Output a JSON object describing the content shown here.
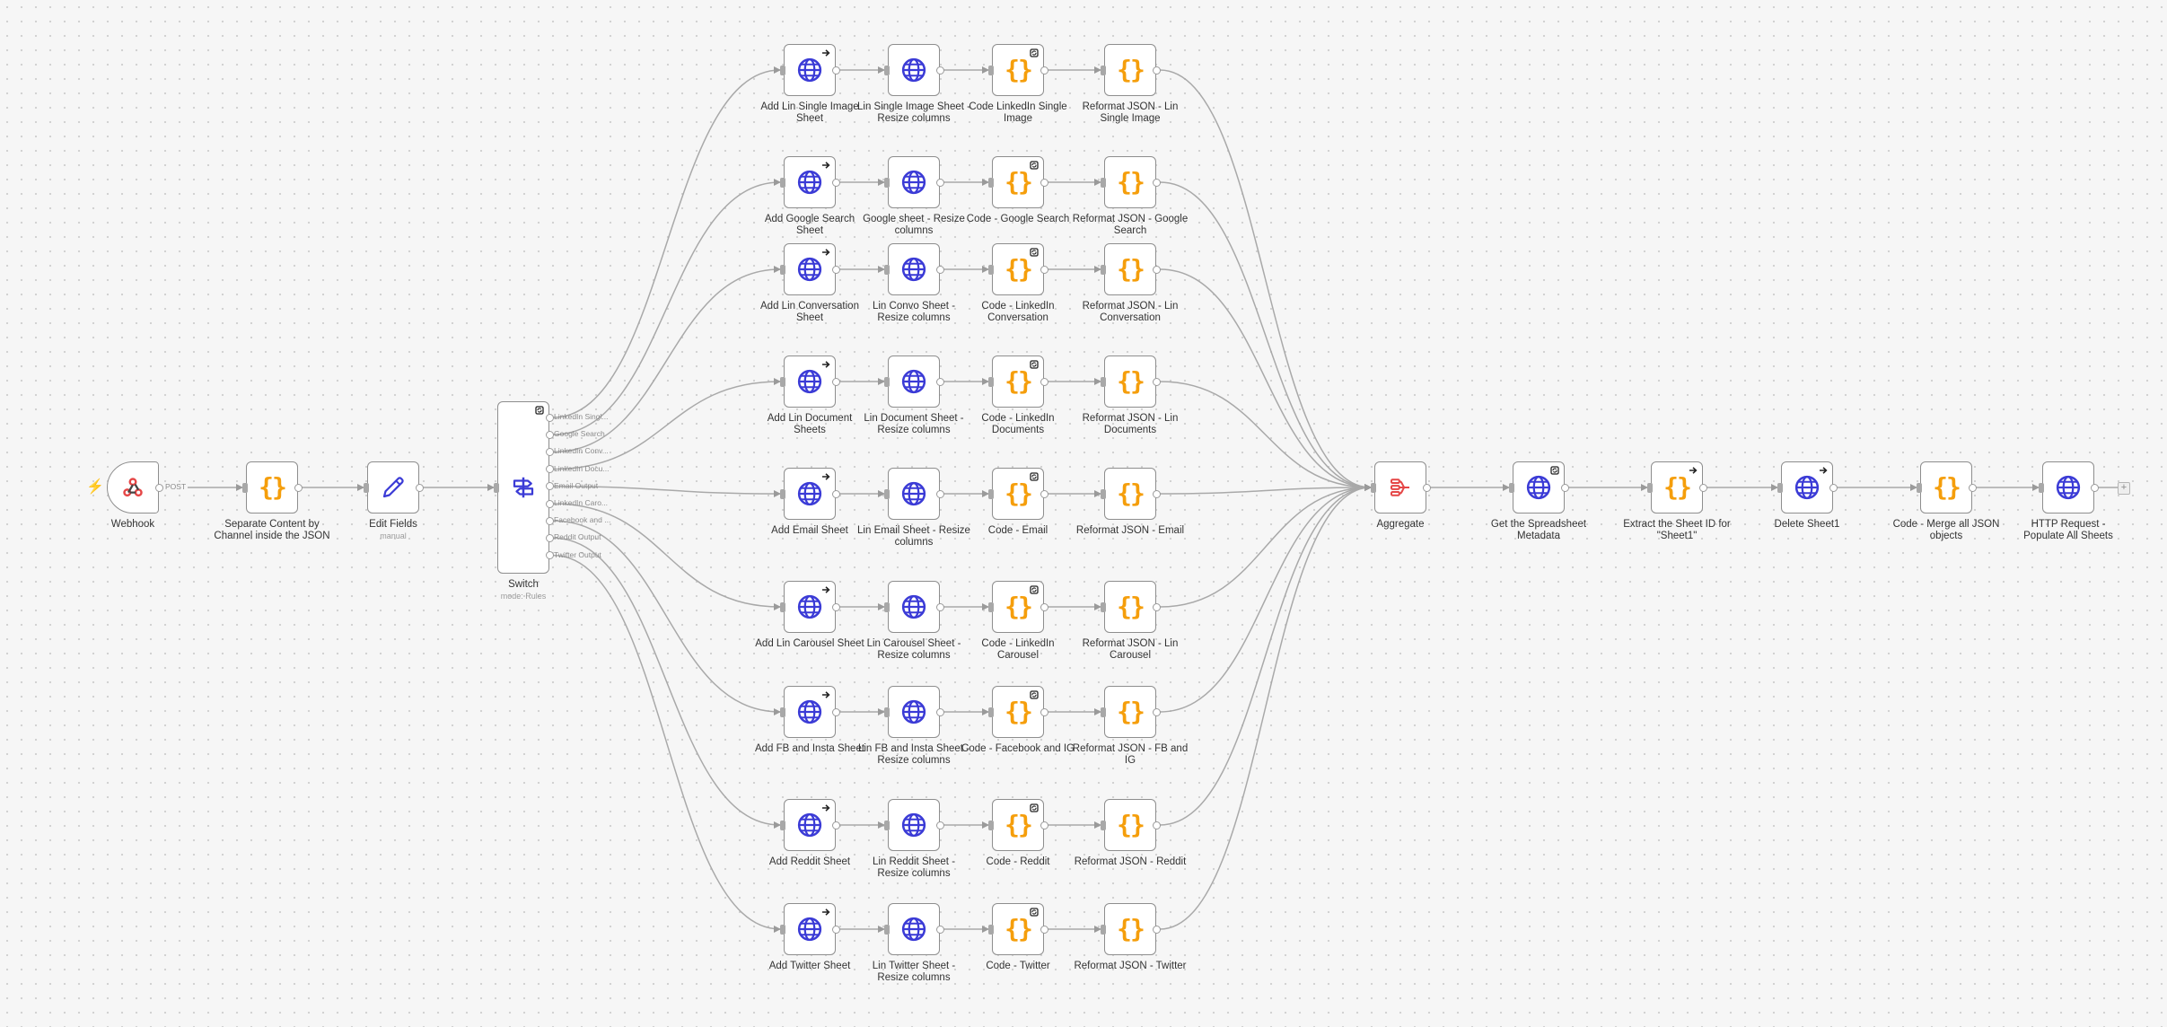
{
  "colors": {
    "accent_code": "#f59e0b",
    "accent_http": "#3b3bd6",
    "accent_webhook": "#e54646",
    "accent_edit": "#3b3bd6",
    "trigger_bolt": "#ff6d5a"
  },
  "webhook": {
    "label": "Webhook",
    "method": "POST",
    "icon": "webhook-icon"
  },
  "separate": {
    "label": "Separate Content by Channel inside the JSON",
    "icon": "code-braces-icon"
  },
  "edit_fields": {
    "label": "Edit Fields",
    "sub": "manual",
    "icon": "pencil-icon"
  },
  "switch_node": {
    "label": "Switch",
    "sub": "mode: Rules",
    "icon": "switch-signpost-icon",
    "outputs": [
      "LinkedIn Singl...",
      "Google Search",
      "LinkedIn Conv...",
      "LinkedIn Docu...",
      "Email Output",
      "LinkedIn Caro...",
      "Facebook and ...",
      "Reddit Output",
      "Twitter Output"
    ]
  },
  "rows": [
    {
      "add": "Add Lin Single Image Sheet",
      "resize": "Lin Single Image Sheet - Resize columns",
      "code": "Code LinkedIn Single Image",
      "reformat": "Reformat JSON - Lin Single Image"
    },
    {
      "add": "Add Google Search Sheet",
      "resize": "Google sheet - Resize columns",
      "code": "Code - Google Search",
      "reformat": "Reformat JSON - Google Search"
    },
    {
      "add": "Add Lin Conversation Sheet",
      "resize": "Lin Convo Sheet - Resize columns",
      "code": "Code - LinkedIn Conversation",
      "reformat": "Reformat JSON - Lin Conversation"
    },
    {
      "add": "Add Lin Document Sheets",
      "resize": "Lin Document Sheet - Resize columns",
      "code": "Code - LinkedIn Documents",
      "reformat": "Reformat JSON - Lin Documents"
    },
    {
      "add": "Add Email Sheet",
      "resize": "Lin Email Sheet - Resize columns",
      "code": "Code - Email",
      "reformat": "Reformat JSON - Email"
    },
    {
      "add": "Add Lin Carousel Sheet",
      "resize": "Lin Carousel Sheet - Resize columns",
      "code": "Code - LinkedIn Carousel",
      "reformat": "Reformat JSON - Lin Carousel"
    },
    {
      "add": "Add FB and Insta Sheet",
      "resize": "Lin FB and Insta Sheet - Resize columns",
      "code": "Code - Facebook and IG",
      "reformat": "Reformat JSON - FB and IG"
    },
    {
      "add": "Add Reddit Sheet",
      "resize": "Lin Reddit Sheet - Resize columns",
      "code": "Code - Reddit",
      "reformat": "Reformat JSON - Reddit"
    },
    {
      "add": "Add Twitter Sheet",
      "resize": "Lin Twitter Sheet - Resize columns",
      "code": "Code - Twitter",
      "reformat": "Reformat JSON - Twitter"
    }
  ],
  "tail": [
    {
      "label": "Aggregate",
      "icon": "aggregate-icon"
    },
    {
      "label": "Get the Spreadsheet Metadata",
      "icon": "globe-icon"
    },
    {
      "label": "Extract the Sheet ID for \"Sheet1\"",
      "icon": "code-braces-icon"
    },
    {
      "label": "Delete Sheet1",
      "icon": "globe-icon"
    },
    {
      "label": "Code - Merge all JSON objects",
      "icon": "code-braces-icon"
    },
    {
      "label": "HTTP Request - Populate All Sheets",
      "icon": "globe-icon"
    }
  ]
}
